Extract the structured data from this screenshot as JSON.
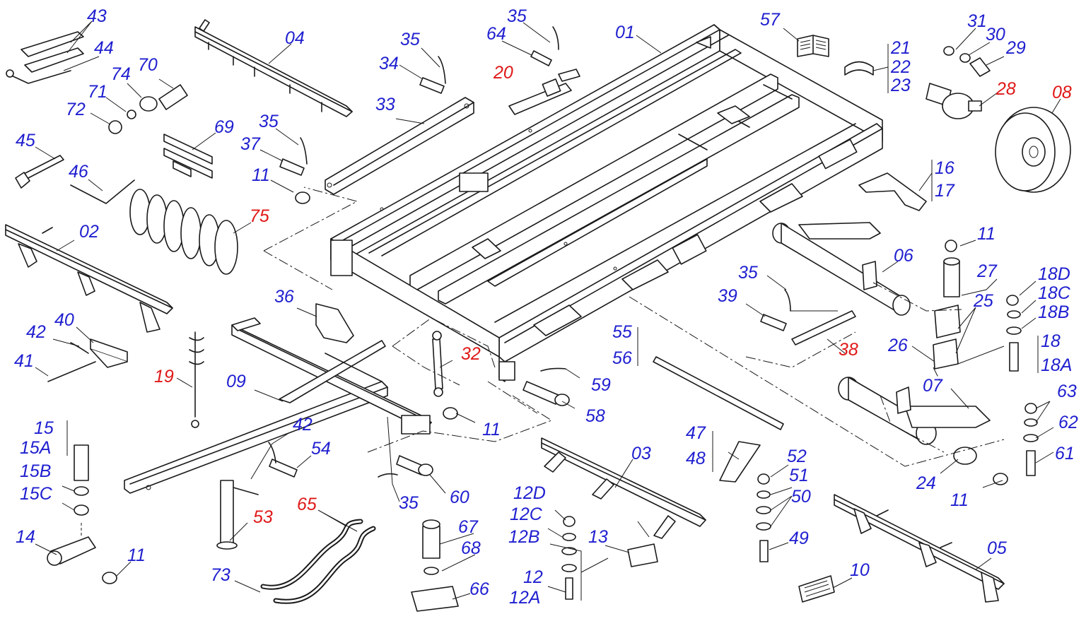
{
  "colors": {
    "callout_standard": "#1f1fd0",
    "callout_highlight": "#e01818",
    "line": "#1a1a1a"
  },
  "icons": [
    "manual-book-icon",
    "warning-decal-icon"
  ],
  "callouts": [
    {
      "id": "c43",
      "text": "43",
      "color": "blue"
    },
    {
      "id": "c44",
      "text": "44",
      "color": "blue"
    },
    {
      "id": "c04",
      "text": "04",
      "color": "blue"
    },
    {
      "id": "c35a",
      "text": "35",
      "color": "blue"
    },
    {
      "id": "c35b",
      "text": "35",
      "color": "blue"
    },
    {
      "id": "c64",
      "text": "64",
      "color": "blue"
    },
    {
      "id": "c01",
      "text": "01",
      "color": "blue"
    },
    {
      "id": "c57",
      "text": "57",
      "color": "blue"
    },
    {
      "id": "c31",
      "text": "31",
      "color": "blue"
    },
    {
      "id": "c30",
      "text": "30",
      "color": "blue"
    },
    {
      "id": "c29",
      "text": "29",
      "color": "blue"
    },
    {
      "id": "c74",
      "text": "74",
      "color": "blue"
    },
    {
      "id": "c70",
      "text": "70",
      "color": "blue"
    },
    {
      "id": "c34",
      "text": "34",
      "color": "blue"
    },
    {
      "id": "c20",
      "text": "20",
      "color": "red"
    },
    {
      "id": "c21",
      "text": "21",
      "color": "blue"
    },
    {
      "id": "c22",
      "text": "22",
      "color": "blue"
    },
    {
      "id": "c23",
      "text": "23",
      "color": "blue"
    },
    {
      "id": "c28",
      "text": "28",
      "color": "red"
    },
    {
      "id": "c08",
      "text": "08",
      "color": "red"
    },
    {
      "id": "c71",
      "text": "71",
      "color": "blue"
    },
    {
      "id": "c72",
      "text": "72",
      "color": "blue"
    },
    {
      "id": "c33",
      "text": "33",
      "color": "blue"
    },
    {
      "id": "c69",
      "text": "69",
      "color": "blue"
    },
    {
      "id": "c35c",
      "text": "35",
      "color": "blue"
    },
    {
      "id": "c45",
      "text": "45",
      "color": "blue"
    },
    {
      "id": "c37",
      "text": "37",
      "color": "blue"
    },
    {
      "id": "c16",
      "text": "16",
      "color": "blue"
    },
    {
      "id": "c17",
      "text": "17",
      "color": "blue"
    },
    {
      "id": "c46",
      "text": "46",
      "color": "blue"
    },
    {
      "id": "c11a",
      "text": "11",
      "color": "blue"
    },
    {
      "id": "c75",
      "text": "75",
      "color": "red"
    },
    {
      "id": "c02",
      "text": "02",
      "color": "blue"
    },
    {
      "id": "c11b",
      "text": "11",
      "color": "blue"
    },
    {
      "id": "c06",
      "text": "06",
      "color": "blue"
    },
    {
      "id": "c27",
      "text": "27",
      "color": "blue"
    },
    {
      "id": "c18D",
      "text": "18D",
      "color": "blue"
    },
    {
      "id": "c35d",
      "text": "35",
      "color": "blue"
    },
    {
      "id": "c18C",
      "text": "18C",
      "color": "blue"
    },
    {
      "id": "c36",
      "text": "36",
      "color": "blue"
    },
    {
      "id": "c39",
      "text": "39",
      "color": "blue"
    },
    {
      "id": "c25",
      "text": "25",
      "color": "blue"
    },
    {
      "id": "c18B",
      "text": "18B",
      "color": "blue"
    },
    {
      "id": "c40",
      "text": "40",
      "color": "blue"
    },
    {
      "id": "c55",
      "text": "55",
      "color": "blue"
    },
    {
      "id": "c42a",
      "text": "42",
      "color": "blue"
    },
    {
      "id": "c18",
      "text": "18",
      "color": "blue"
    },
    {
      "id": "c26",
      "text": "26",
      "color": "blue"
    },
    {
      "id": "c38",
      "text": "38",
      "color": "red"
    },
    {
      "id": "c56",
      "text": "56",
      "color": "blue"
    },
    {
      "id": "c32",
      "text": "32",
      "color": "red"
    },
    {
      "id": "c18A",
      "text": "18A",
      "color": "blue"
    },
    {
      "id": "c41",
      "text": "41",
      "color": "blue"
    },
    {
      "id": "c19",
      "text": "19",
      "color": "red"
    },
    {
      "id": "c09",
      "text": "09",
      "color": "blue"
    },
    {
      "id": "c59",
      "text": "59",
      "color": "blue"
    },
    {
      "id": "c07",
      "text": "07",
      "color": "blue"
    },
    {
      "id": "c63",
      "text": "63",
      "color": "blue"
    },
    {
      "id": "c58",
      "text": "58",
      "color": "blue"
    },
    {
      "id": "c15",
      "text": "15",
      "color": "blue"
    },
    {
      "id": "c42b",
      "text": "42",
      "color": "blue"
    },
    {
      "id": "c11c",
      "text": "11",
      "color": "blue"
    },
    {
      "id": "c62",
      "text": "62",
      "color": "blue"
    },
    {
      "id": "c47",
      "text": "47",
      "color": "blue"
    },
    {
      "id": "c15A",
      "text": "15A",
      "color": "blue"
    },
    {
      "id": "c54",
      "text": "54",
      "color": "blue"
    },
    {
      "id": "c03",
      "text": "03",
      "color": "blue"
    },
    {
      "id": "c52",
      "text": "52",
      "color": "blue"
    },
    {
      "id": "c61",
      "text": "61",
      "color": "blue"
    },
    {
      "id": "c48",
      "text": "48",
      "color": "blue"
    },
    {
      "id": "c15B",
      "text": "15B",
      "color": "blue"
    },
    {
      "id": "c24",
      "text": "24",
      "color": "blue"
    },
    {
      "id": "c51",
      "text": "51",
      "color": "blue"
    },
    {
      "id": "c15C",
      "text": "15C",
      "color": "blue"
    },
    {
      "id": "c60",
      "text": "60",
      "color": "blue"
    },
    {
      "id": "c35e",
      "text": "35",
      "color": "blue"
    },
    {
      "id": "c11d",
      "text": "11",
      "color": "blue"
    },
    {
      "id": "c12D",
      "text": "12D",
      "color": "blue"
    },
    {
      "id": "c50",
      "text": "50",
      "color": "blue"
    },
    {
      "id": "c65",
      "text": "65",
      "color": "red"
    },
    {
      "id": "c53",
      "text": "53",
      "color": "red"
    },
    {
      "id": "c12C",
      "text": "12C",
      "color": "blue"
    },
    {
      "id": "c67",
      "text": "67",
      "color": "blue"
    },
    {
      "id": "c14",
      "text": "14",
      "color": "blue"
    },
    {
      "id": "c12B",
      "text": "12B",
      "color": "blue"
    },
    {
      "id": "c13",
      "text": "13",
      "color": "blue"
    },
    {
      "id": "c49",
      "text": "49",
      "color": "blue"
    },
    {
      "id": "c68",
      "text": "68",
      "color": "blue"
    },
    {
      "id": "c11e",
      "text": "11",
      "color": "blue"
    },
    {
      "id": "c05",
      "text": "05",
      "color": "blue"
    },
    {
      "id": "c10",
      "text": "10",
      "color": "blue"
    },
    {
      "id": "c73",
      "text": "73",
      "color": "blue"
    },
    {
      "id": "c12",
      "text": "12",
      "color": "blue"
    },
    {
      "id": "c66",
      "text": "66",
      "color": "blue"
    },
    {
      "id": "c12A",
      "text": "12A",
      "color": "blue"
    }
  ]
}
